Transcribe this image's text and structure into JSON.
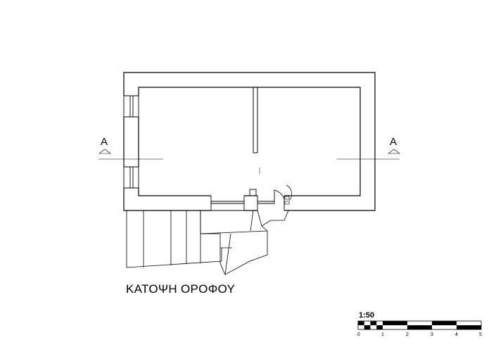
{
  "drawing": {
    "section_marker_left": "A",
    "section_marker_right": "A",
    "title": "ΚΑΤΟΨΗ ΟΡΟΦΟΥ"
  },
  "scale_bar": {
    "ratio": "1:50",
    "ticks": [
      "0",
      "1",
      "2",
      "3",
      "4",
      "5"
    ]
  }
}
